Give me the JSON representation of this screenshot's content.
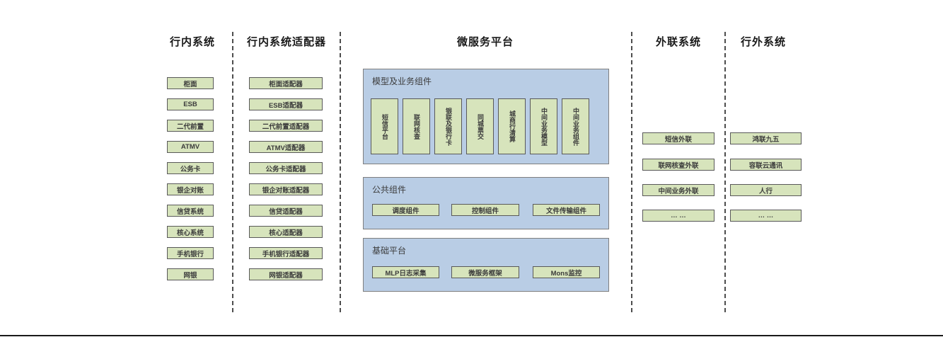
{
  "diagram": {
    "colors": {
      "box_fill": "#d7e4bc",
      "box_border": "#595959",
      "panel_fill": "#b9cde5",
      "panel_border": "#7f7f7f"
    },
    "columns": {
      "internal": {
        "title": "行内系统",
        "items": [
          "柜面",
          "ESB",
          "二代前置",
          "ATMV",
          "公务卡",
          "银企对账",
          "信贷系统",
          "核心系统",
          "手机银行",
          "网银"
        ]
      },
      "adapters": {
        "title": "行内系统适配器",
        "items": [
          "柜面适配器",
          "ESB适配器",
          "二代前置适配器",
          "ATMV适配器",
          "公务卡适配器",
          "银企对账适配器",
          "信贷适配器",
          "核心适配器",
          "手机银行适配器",
          "网银适配器"
        ]
      },
      "microservice": {
        "title": "微服务平台",
        "panels": {
          "model": {
            "title": "模型及业务组件",
            "items": [
              "短信平台",
              "联网核查",
              "银联及银行卡",
              "同城票交",
              "城商行清算",
              "中间业务模型",
              "中间业务组件"
            ]
          },
          "common": {
            "title": "公共组件",
            "items": [
              "调度组件",
              "控制组件",
              "文件传输组件"
            ]
          },
          "base": {
            "title": "基础平台",
            "items": [
              "MLP日志采集",
              "微服务框架",
              "Mons监控"
            ]
          }
        }
      },
      "external_link": {
        "title": "外联系统",
        "items": [
          "短信外联",
          "联网核查外联",
          "中间业务外联",
          "… …"
        ]
      },
      "external": {
        "title": "行外系统",
        "items": [
          "鸿联九五",
          "容联云通讯",
          "人行",
          "… …"
        ]
      }
    }
  }
}
